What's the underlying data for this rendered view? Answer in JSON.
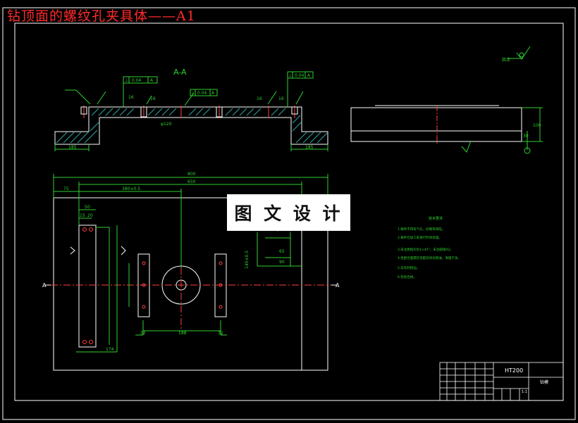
{
  "title": "钻顶面的螺纹孔夹具体——A1",
  "watermark": "图 文 设 计",
  "section_label": "A-A",
  "section_mark": "A",
  "roughness_label": "其余",
  "gdt": {
    "left": [
      "⊥",
      "0.04",
      "A"
    ],
    "mid": [
      "⊥",
      "0.04",
      "A"
    ],
    "right": [
      "⊥",
      "0.04",
      "A"
    ]
  },
  "dims": {
    "d185a": "185",
    "d185b": "185",
    "d800": "800",
    "d650": "650",
    "d75": "75",
    "d380": "380±0.5",
    "d50": "50",
    "d15": "15",
    "d20": "20",
    "d174": "174",
    "d188": "188",
    "d32a": "32",
    "d32b": "32",
    "d65": "65",
    "d90": "90",
    "d145": "145±0.5",
    "d100": "100",
    "d3": "30",
    "d6": "16",
    "phi": "φ120"
  },
  "notes": {
    "heading": "技术要求",
    "lines": [
      "1.铸件不得有气孔、砂眼等缺陷。",
      "2.铸件在加工前进行时效处理。",
      "3.未注倒角均为1×45°，未注圆角R2。",
      "4.各配合面需在装配前涂润滑油，清理干净。",
      "5.去毛刺锐边。",
      "6.检验合格。"
    ]
  },
  "titleblock": {
    "material": "HT200",
    "name": "钻模",
    "scale": "1:1"
  }
}
